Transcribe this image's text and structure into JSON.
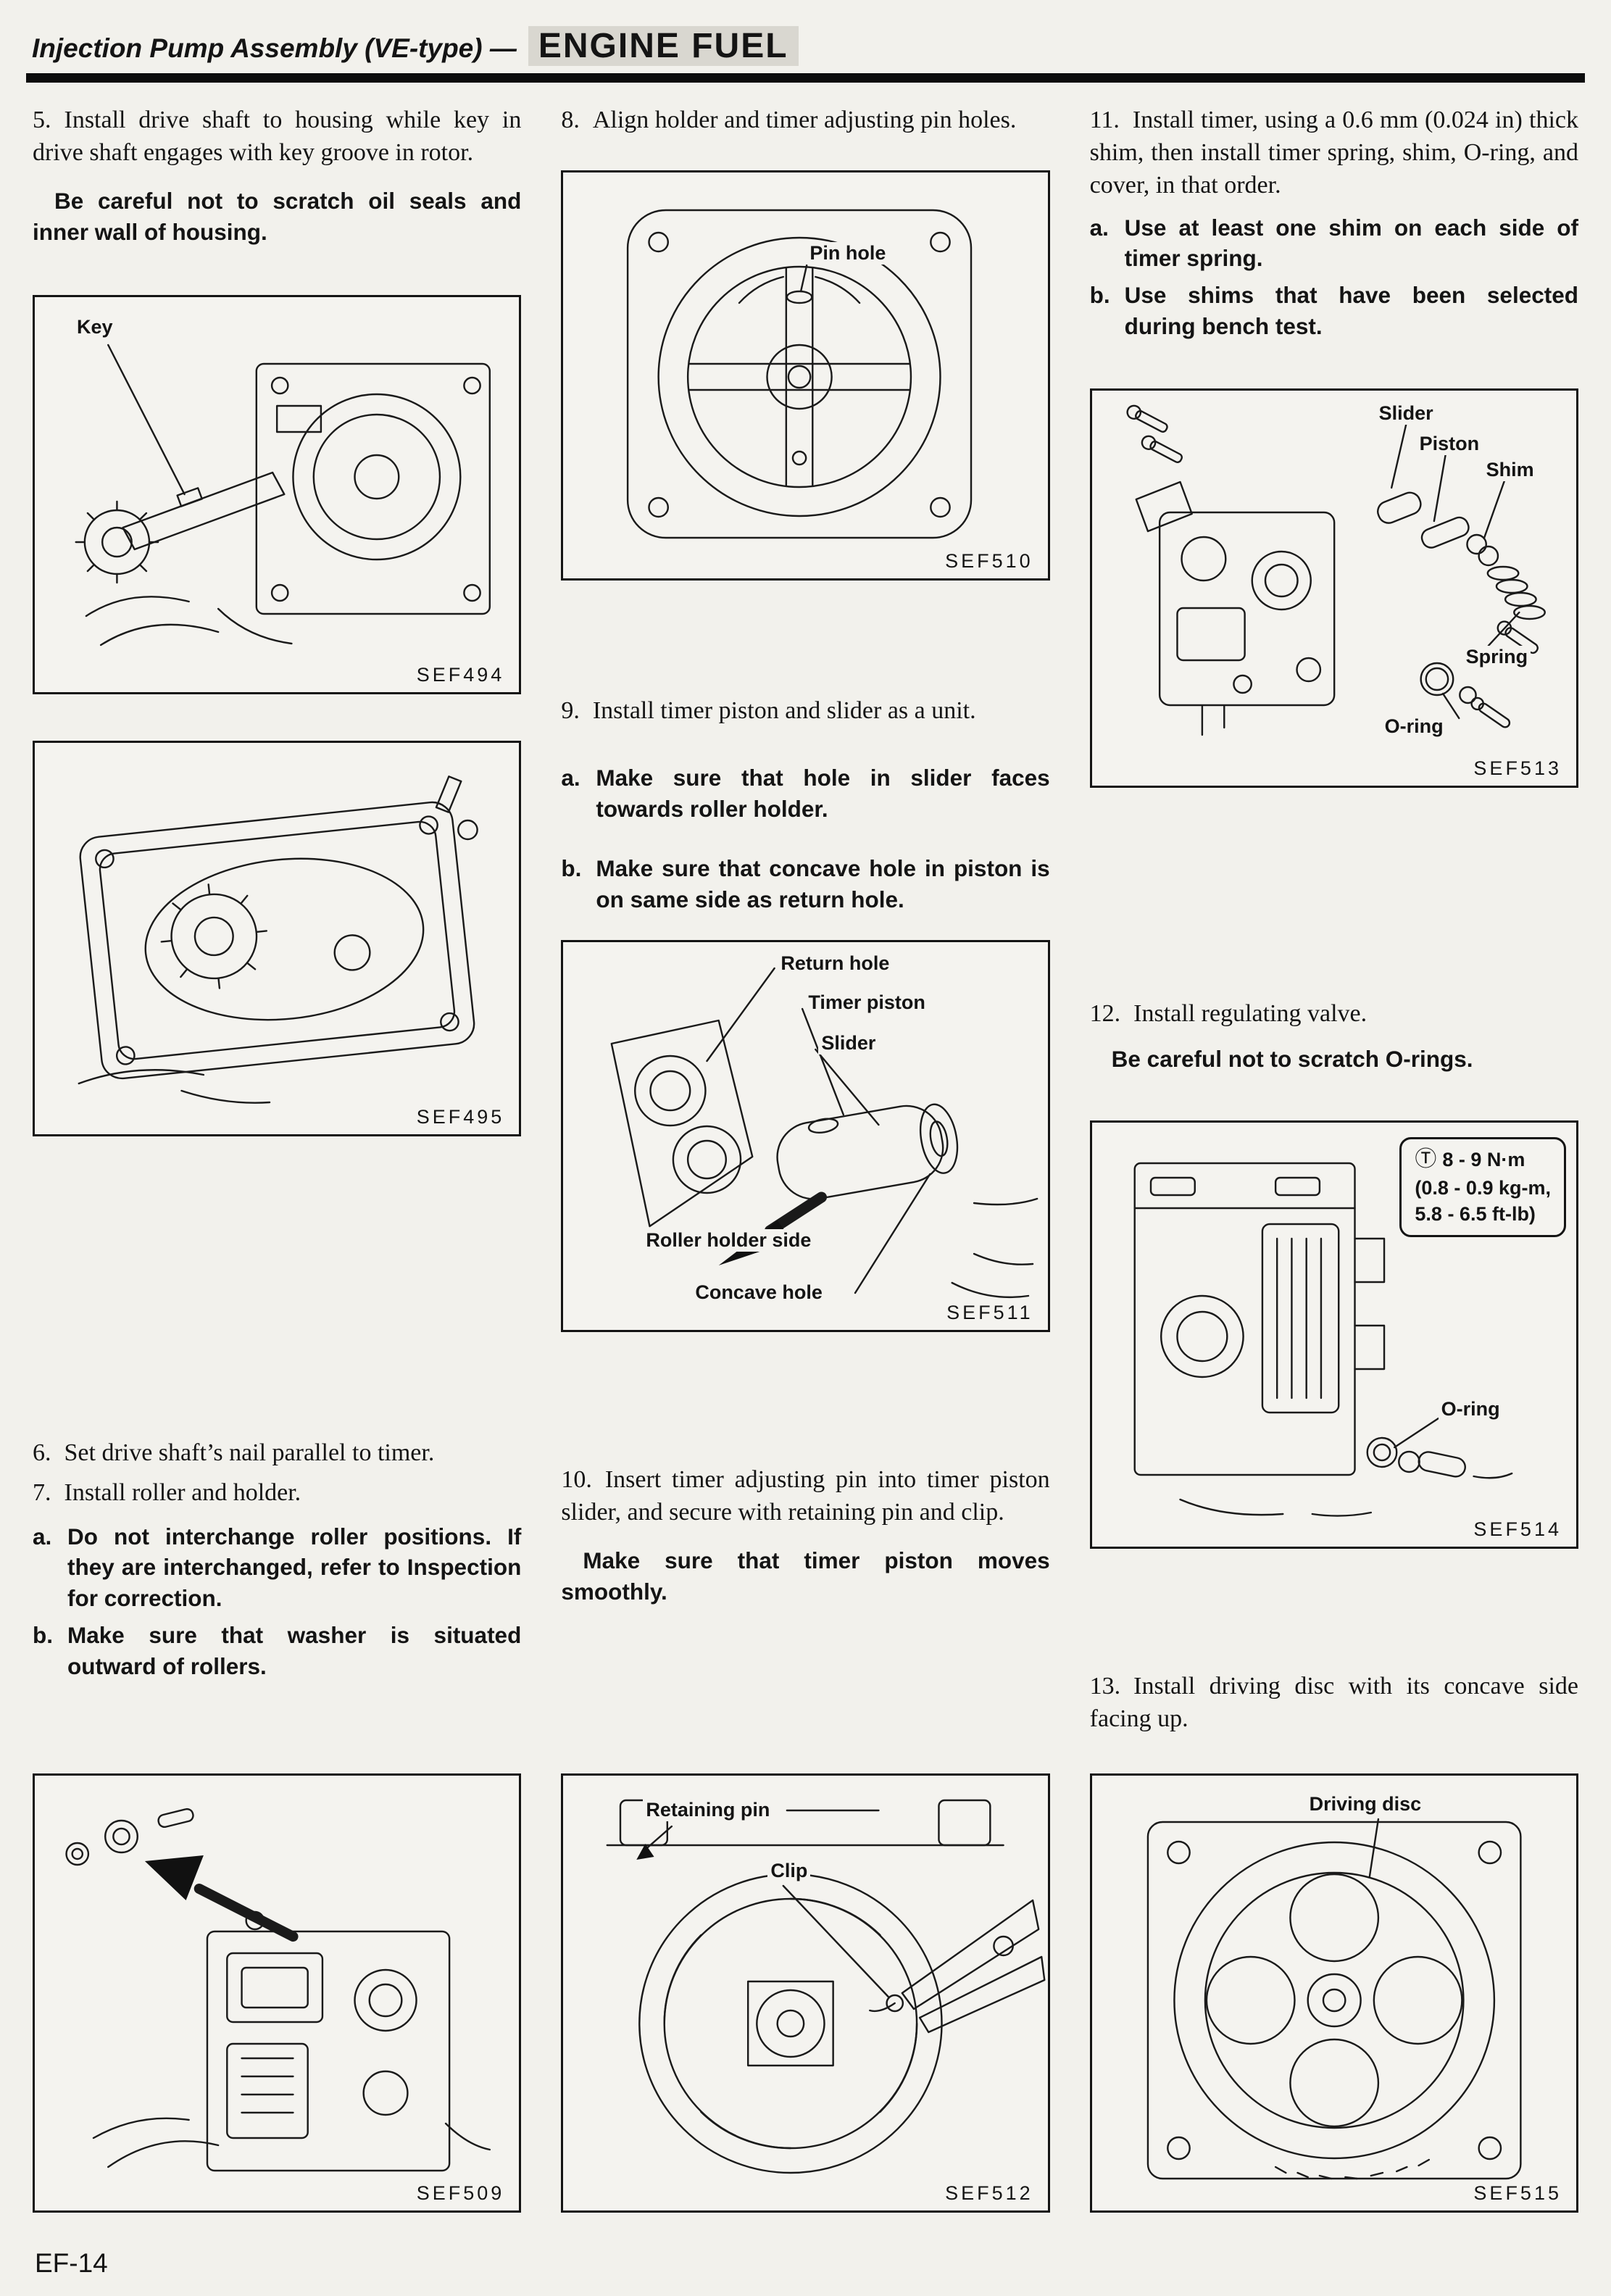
{
  "header": {
    "title": "Injection Pump Assembly (VE-type) —",
    "section": "ENGINE FUEL"
  },
  "footer": {
    "page_number": "EF-14"
  },
  "col1": {
    "step5": {
      "num": "5.",
      "text": "Install drive shaft to housing while key in drive shaft engages with key groove in rotor."
    },
    "caution5": "Be careful not to scratch oil seals and inner wall of housing.",
    "fig494": {
      "code": "SEF494",
      "labels": {
        "key": "Key"
      }
    },
    "fig495": {
      "code": "SEF495"
    },
    "step6": {
      "num": "6.",
      "text": "Set drive shaft’s nail parallel to timer."
    },
    "step7": {
      "num": "7.",
      "text": "Install roller and holder."
    },
    "note7a": {
      "marker": "a.",
      "text": "Do not interchange roller positions. If they are interchanged, refer to Inspection for correction."
    },
    "note7b": {
      "marker": "b.",
      "text": "Make sure that washer is situated outward of rollers."
    },
    "fig509": {
      "code": "SEF509"
    }
  },
  "col2": {
    "step8": {
      "num": "8.",
      "text": "Align holder and timer adjusting pin holes."
    },
    "fig510": {
      "code": "SEF510",
      "labels": {
        "pin_hole": "Pin hole"
      }
    },
    "step9": {
      "num": "9.",
      "text": "Install timer piston and slider as a unit."
    },
    "note9a": {
      "marker": "a.",
      "text": "Make sure that hole in slider faces towards roller holder."
    },
    "note9b": {
      "marker": "b.",
      "text": "Make sure that concave hole in piston is on same side as return hole."
    },
    "fig511": {
      "code": "SEF511",
      "labels": {
        "return_hole": "Return hole",
        "timer_piston": "Timer piston",
        "slider": "Slider",
        "roller_holder_side": "Roller holder side",
        "concave_hole": "Concave hole"
      }
    },
    "step10": {
      "num": "10.",
      "text": "Insert timer adjusting pin into timer piston slider, and secure with retaining pin and clip."
    },
    "note10": "Make sure that timer piston moves smoothly.",
    "fig512": {
      "code": "SEF512",
      "labels": {
        "retaining_pin": "Retaining pin",
        "clip": "Clip"
      }
    }
  },
  "col3": {
    "step11": {
      "num": "11.",
      "text": "Install timer, using a 0.6 mm (0.024 in) thick shim, then install timer spring, shim, O-ring, and cover, in that order."
    },
    "note11a": {
      "marker": "a.",
      "text": "Use at least one shim on each side of timer spring."
    },
    "note11b": {
      "marker": "b.",
      "text": "Use shims that have been selected during bench test."
    },
    "fig513": {
      "code": "SEF513",
      "labels": {
        "slider": "Slider",
        "piston": "Piston",
        "shim": "Shim",
        "spring": "Spring",
        "o_ring": "O-ring"
      }
    },
    "step12": {
      "num": "12.",
      "text": "Install regulating valve."
    },
    "caution12": "Be careful not to scratch O-rings.",
    "fig514": {
      "code": "SEF514",
      "labels": {
        "o_ring": "O-ring"
      },
      "torque": {
        "symbol": "Ⓣ",
        "value": "8 - 9 N·m",
        "kg": "(0.8 - 0.9 kg-m,",
        "ftlb": "5.8 - 6.5 ft-lb)"
      }
    },
    "step13": {
      "num": "13.",
      "text": "Install driving disc with its concave side facing up."
    },
    "fig515": {
      "code": "SEF515",
      "labels": {
        "driving_disc": "Driving disc"
      }
    }
  }
}
